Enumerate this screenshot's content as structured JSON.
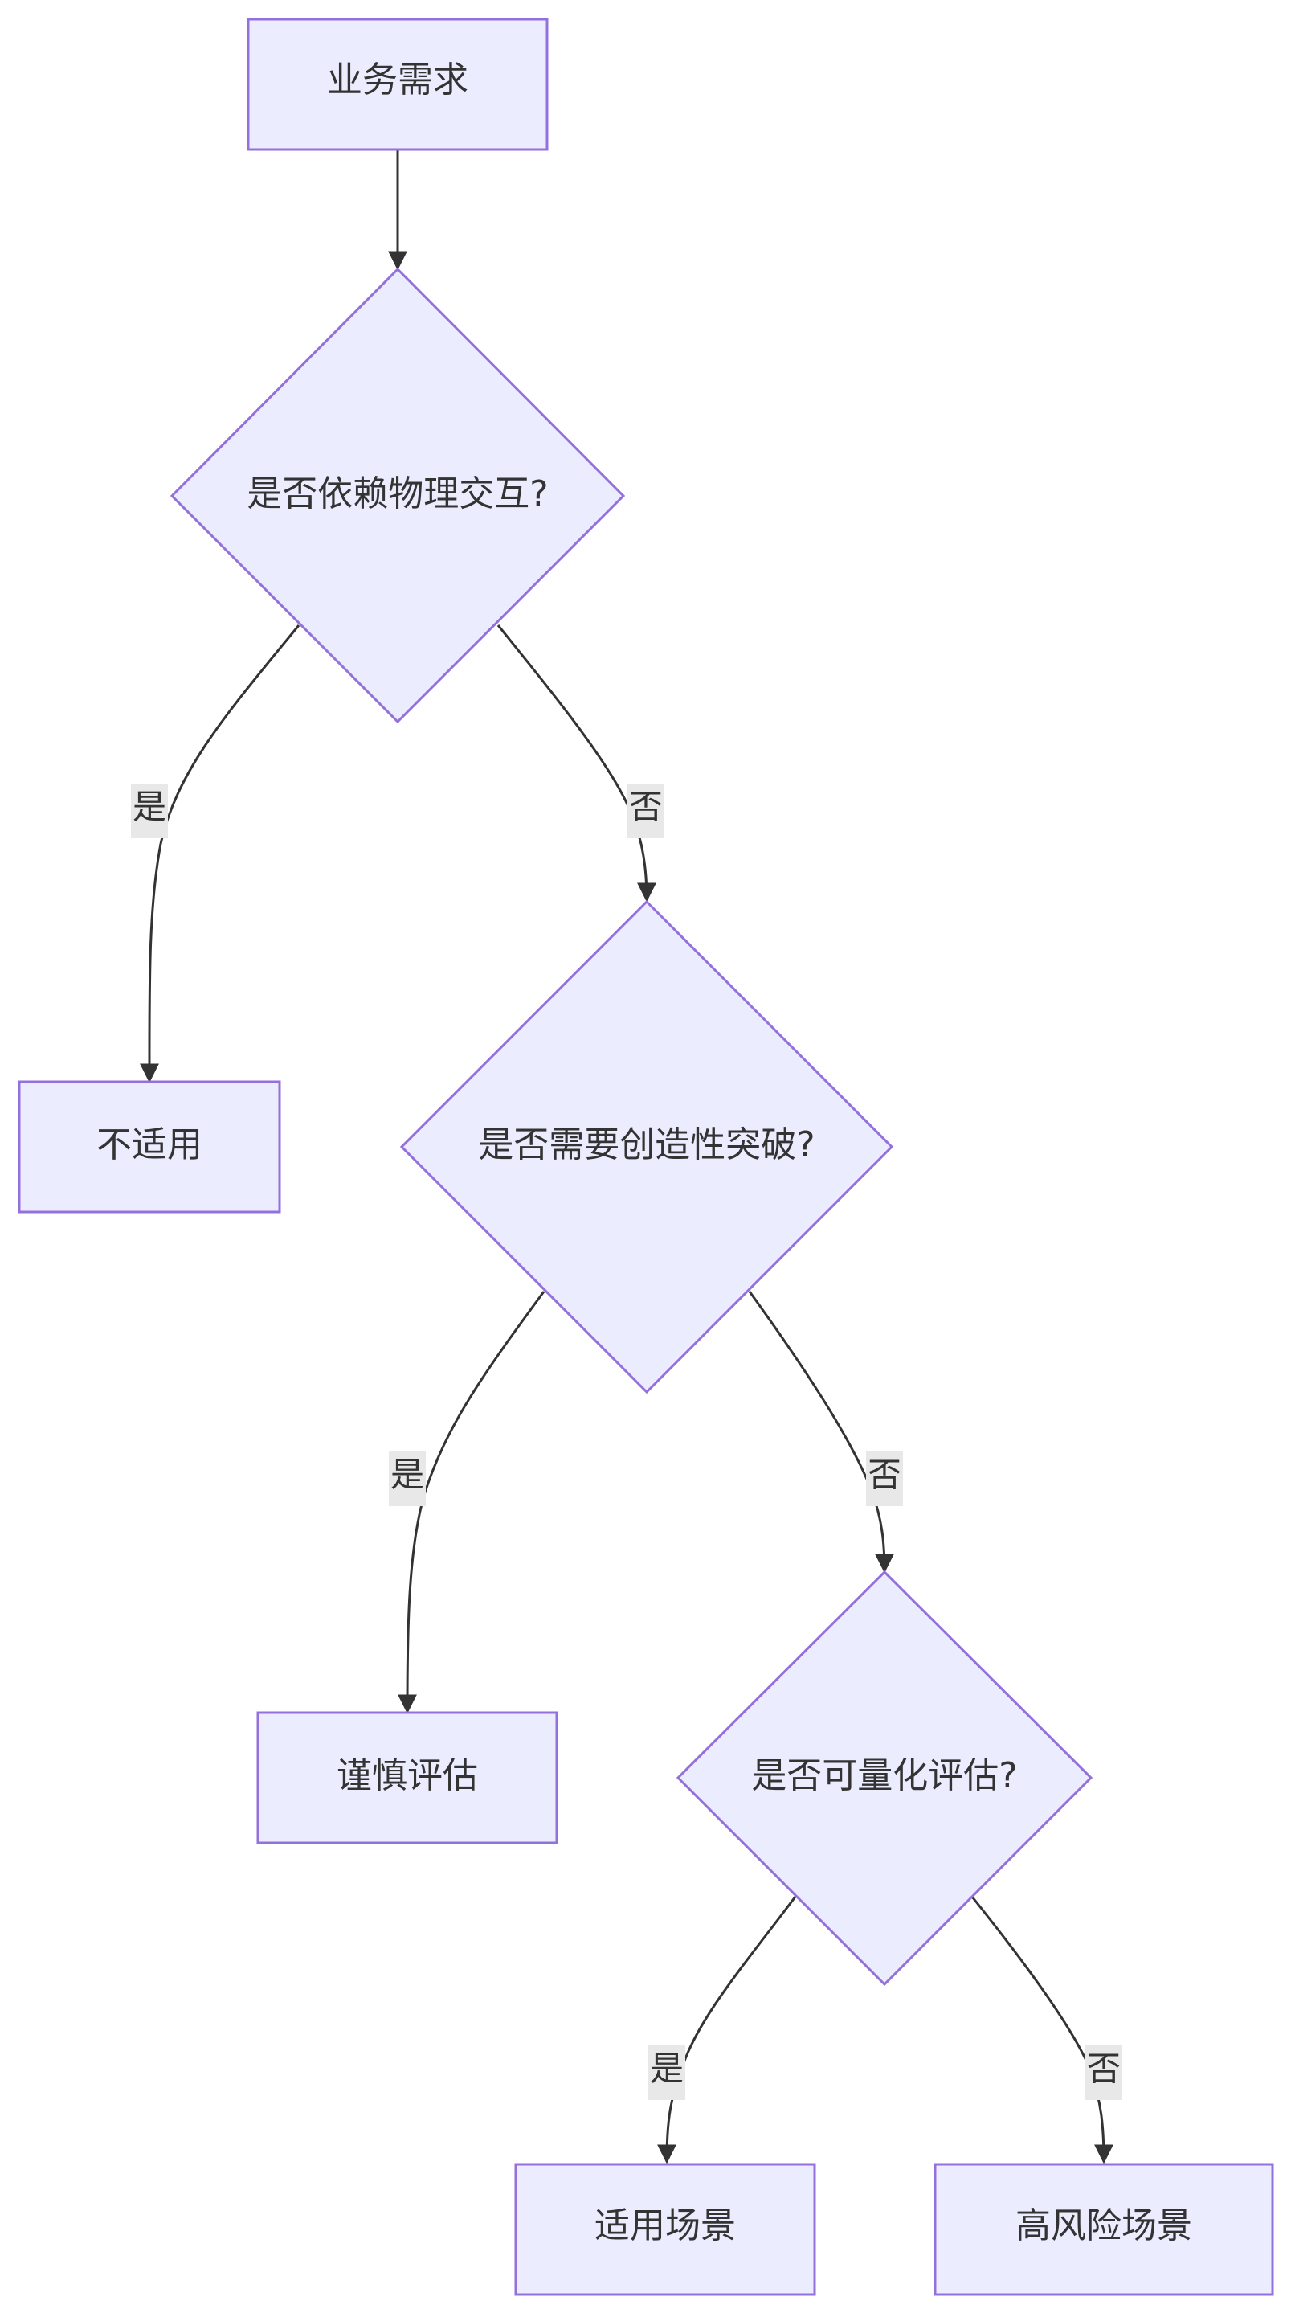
{
  "diagram": {
    "nodes": {
      "start": {
        "label": "业务需求"
      },
      "q_physical": {
        "label": "是否依赖物理交互?"
      },
      "not_applicable": {
        "label": "不适用"
      },
      "q_creative": {
        "label": "是否需要创造性突破?"
      },
      "careful_eval": {
        "label": "谨慎评估"
      },
      "q_quantifiable": {
        "label": "是否可量化评估?"
      },
      "applicable": {
        "label": "适用场景"
      },
      "high_risk": {
        "label": "高风险场景"
      }
    },
    "edges": {
      "physical_yes": {
        "label": "是"
      },
      "physical_no": {
        "label": "否"
      },
      "creative_yes": {
        "label": "是"
      },
      "creative_no": {
        "label": "否"
      },
      "quant_yes": {
        "label": "是"
      },
      "quant_no": {
        "label": "否"
      }
    },
    "colors": {
      "node_fill": "#ECECFF",
      "node_stroke": "#9370DB",
      "edge": "#333333",
      "edge_label_bg": "#e8e8e8",
      "text": "#333333"
    }
  }
}
